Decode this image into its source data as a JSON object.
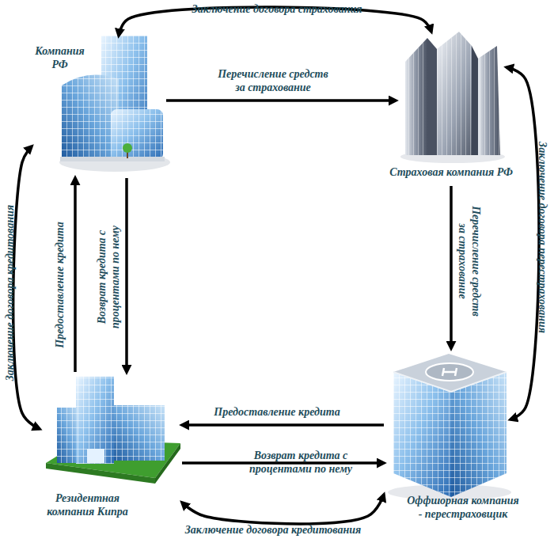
{
  "diagram": {
    "nodes": [
      {
        "text": [
          "Компания РФ"
        ]
      },
      {
        "text": [
          "Страховая компания РФ"
        ]
      },
      {
        "text": [
          "Резидентная компания Кипра"
        ]
      },
      {
        "text": [
          "Оффшорная компания - перестраховщик"
        ]
      }
    ],
    "edges": [
      {
        "from": 0,
        "to": 1,
        "label": "Заключение договора страхования",
        "arrow": "both"
      },
      {
        "from": 0,
        "to": 1,
        "label": "Перечисление средств за страхование",
        "arrow": "to"
      },
      {
        "from": 1,
        "to": 3,
        "label": "Перечисление средств за страхование",
        "arrow": "to"
      },
      {
        "from": 1,
        "to": 3,
        "label": "Заключение договора перестрахования",
        "arrow": "both"
      },
      {
        "from": 3,
        "to": 2,
        "label": "Предоставление кредита",
        "arrow": "to"
      },
      {
        "from": 2,
        "to": 3,
        "label": "Возврат кредита с процентами по нему",
        "arrow": "to"
      },
      {
        "from": 2,
        "to": 3,
        "label": "Заключение договора кредитования",
        "arrow": "both"
      },
      {
        "from": 2,
        "to": 0,
        "label": "Предоставление кредита",
        "arrow": "to"
      },
      {
        "from": 0,
        "to": 2,
        "label": "Возврат кредита с процентами по нему",
        "arrow": "to"
      },
      {
        "from": 0,
        "to": 2,
        "label": "Заключение договора кредитования",
        "arrow": "both"
      }
    ]
  }
}
